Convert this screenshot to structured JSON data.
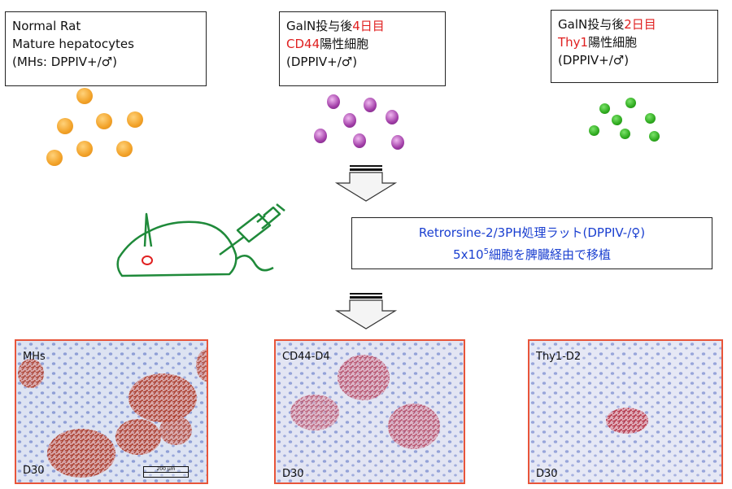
{
  "boxes": {
    "normal": {
      "line1": "Normal Rat",
      "line2": "Mature hepatocytes",
      "line3": "(MHs: DPPIV+/♂)"
    },
    "cd44": {
      "line1_prefix": "GalN投与後",
      "line1_red": "4日目",
      "line2_red": "CD44",
      "line2_suffix": "陽性細胞",
      "line3": "(DPPIV+/♂)"
    },
    "thy1": {
      "line1_prefix": "GalN投与後",
      "line1_red": "2日目",
      "line2_red": "Thy1",
      "line2_suffix": "陽性細胞",
      "line3": "(DPPIV+/♂)"
    }
  },
  "transplant": {
    "line1": "Retrorsine-2/3PH処理ラット(DPPIV-/♀)",
    "line2_prefix": "5x10",
    "line2_sup": "5",
    "line2_suffix": "細胞を脾臓経由で移植"
  },
  "panels": [
    {
      "label": "MHs",
      "day": "D30",
      "scale": "200 μm"
    },
    {
      "label": "CD44-D4",
      "day": "D30"
    },
    {
      "label": "Thy1-D2",
      "day": "D30"
    }
  ],
  "colors": {
    "orange_cell": "#f2a228",
    "purple_cell": "#a23ea8",
    "green_cell": "#2eaa1e",
    "rat_outline": "#1f8a3a",
    "panel_border": "#e8553a"
  }
}
